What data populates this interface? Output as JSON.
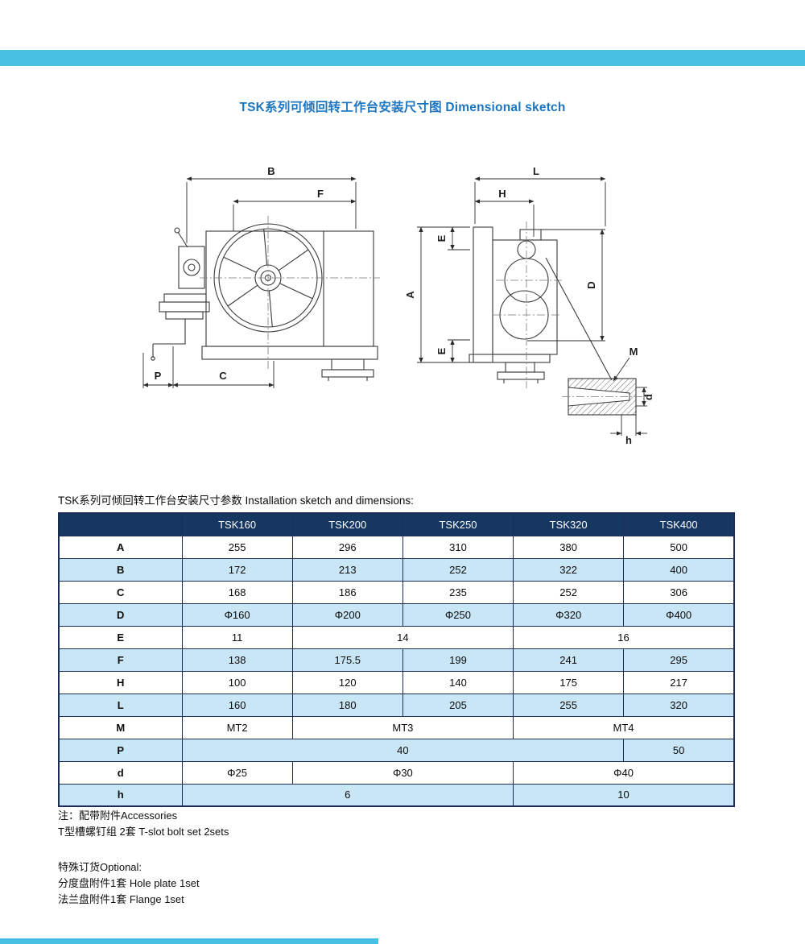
{
  "page": {
    "title": "TSK系列可倾回转工作台安装尺寸图 Dimensional sketch"
  },
  "drawing": {
    "labels": {
      "B": "B",
      "F": "F",
      "P": "P",
      "C": "C",
      "L": "L",
      "H": "H",
      "A": "A",
      "E_top": "E",
      "E_bottom": "E",
      "D": "D",
      "M": "M",
      "d": "d",
      "h": "h"
    }
  },
  "table": {
    "caption": "TSK系列可倾回转工作台安装尺寸参数 Installation sketch and dimensions:",
    "header": [
      "",
      "TSK160",
      "TSK200",
      "TSK250",
      "TSK320",
      "TSK400"
    ],
    "rows": [
      {
        "label": "A",
        "cells": [
          {
            "v": "255"
          },
          {
            "v": "296"
          },
          {
            "v": "310"
          },
          {
            "v": "380"
          },
          {
            "v": "500"
          }
        ]
      },
      {
        "label": "B",
        "cells": [
          {
            "v": "172"
          },
          {
            "v": "213"
          },
          {
            "v": "252"
          },
          {
            "v": "322"
          },
          {
            "v": "400"
          }
        ]
      },
      {
        "label": "C",
        "cells": [
          {
            "v": "168"
          },
          {
            "v": "186"
          },
          {
            "v": "235"
          },
          {
            "v": "252"
          },
          {
            "v": "306"
          }
        ]
      },
      {
        "label": "D",
        "cells": [
          {
            "v": "Φ160"
          },
          {
            "v": "Φ200"
          },
          {
            "v": "Φ250"
          },
          {
            "v": "Φ320"
          },
          {
            "v": "Φ400"
          }
        ]
      },
      {
        "label": "E",
        "cells": [
          {
            "v": "11"
          },
          {
            "v": "14",
            "span": 2
          },
          {
            "v": "16",
            "span": 2
          }
        ]
      },
      {
        "label": "F",
        "cells": [
          {
            "v": "138"
          },
          {
            "v": "175.5"
          },
          {
            "v": "199"
          },
          {
            "v": "241"
          },
          {
            "v": "295"
          }
        ]
      },
      {
        "label": "H",
        "cells": [
          {
            "v": "100"
          },
          {
            "v": "120"
          },
          {
            "v": "140"
          },
          {
            "v": "175"
          },
          {
            "v": "217"
          }
        ]
      },
      {
        "label": "L",
        "cells": [
          {
            "v": "160"
          },
          {
            "v": "180"
          },
          {
            "v": "205"
          },
          {
            "v": "255"
          },
          {
            "v": "320"
          }
        ]
      },
      {
        "label": "M",
        "cells": [
          {
            "v": "MT2"
          },
          {
            "v": "MT3",
            "span": 2
          },
          {
            "v": "MT4",
            "span": 2
          }
        ]
      },
      {
        "label": "P",
        "cells": [
          {
            "v": "40",
            "span": 4
          },
          {
            "v": "50"
          }
        ]
      },
      {
        "label": "d",
        "cells": [
          {
            "v": "Φ25"
          },
          {
            "v": "Φ30",
            "span": 2
          },
          {
            "v": "Φ40",
            "span": 2
          }
        ]
      },
      {
        "label": "h",
        "cells": [
          {
            "v": "6",
            "span": 3
          },
          {
            "v": "10",
            "span": 2
          }
        ]
      }
    ]
  },
  "notes": {
    "accessories_title": "注：配带附件Accessories",
    "accessories_item": "T型槽螺钉组  2套   T-slot bolt set  2sets",
    "optional_title": "特殊订货Optional:",
    "optional_item1": "分度盘附件1套  Hole plate  1set",
    "optional_item2": "法兰盘附件1套  Flange  1set"
  },
  "colors": {
    "accent_cyan": "#46bfe3",
    "title_blue": "#1d75c0",
    "table_header_bg": "#173763",
    "table_alt_row_bg": "#c9e6f6",
    "table_border": "#1b2d55"
  }
}
